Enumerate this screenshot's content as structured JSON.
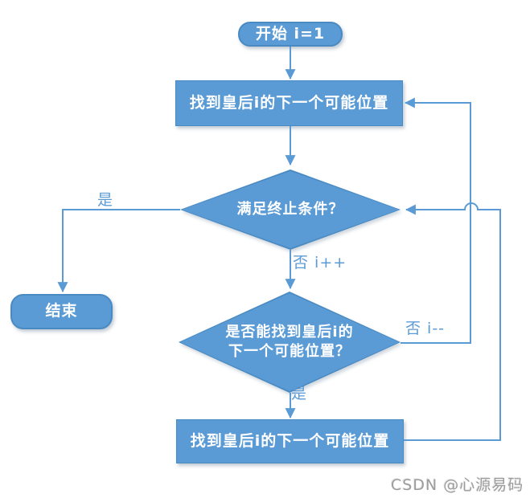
{
  "diagram": {
    "type": "flowchart",
    "nodes": [
      {
        "id": "start",
        "shape": "terminator",
        "label": "开始 i=1"
      },
      {
        "id": "find-next-position-top",
        "shape": "process",
        "label": "找到皇后i的下一个可能位置"
      },
      {
        "id": "termination-check",
        "shape": "decision",
        "label": "满足终止条件？"
      },
      {
        "id": "end",
        "shape": "terminator",
        "label": "结束"
      },
      {
        "id": "can-find-position",
        "shape": "decision",
        "label": "是否能找到皇后i的下一个可能位置？",
        "lines": [
          "是否能找到皇后i的",
          "下一个可能位置？"
        ]
      },
      {
        "id": "find-next-position-bottom",
        "shape": "process",
        "label": "找到皇后i的下一个可能位置"
      }
    ],
    "edges": [
      {
        "from": "start",
        "to": "find-next-position-top",
        "label": ""
      },
      {
        "from": "find-next-position-top",
        "to": "termination-check",
        "label": ""
      },
      {
        "from": "termination-check",
        "to": "end",
        "label": "是"
      },
      {
        "from": "termination-check",
        "to": "can-find-position",
        "label": "否 i++"
      },
      {
        "from": "can-find-position",
        "to": "find-next-position-top",
        "label": "否 i--"
      },
      {
        "from": "can-find-position",
        "to": "find-next-position-bottom",
        "label": "是"
      },
      {
        "from": "find-next-position-bottom",
        "to": "termination-check",
        "label": ""
      }
    ],
    "colors": {
      "shape_fill": "#5B9BD5",
      "shape_border": "#4A8AC2",
      "connector": "#5B9BD5",
      "edge_label_text": "#5B9BD5",
      "node_text": "#FFFFFF",
      "watermark_text": "#9C9C9C"
    }
  },
  "watermark": {
    "text": "CSDN @心源易码"
  }
}
